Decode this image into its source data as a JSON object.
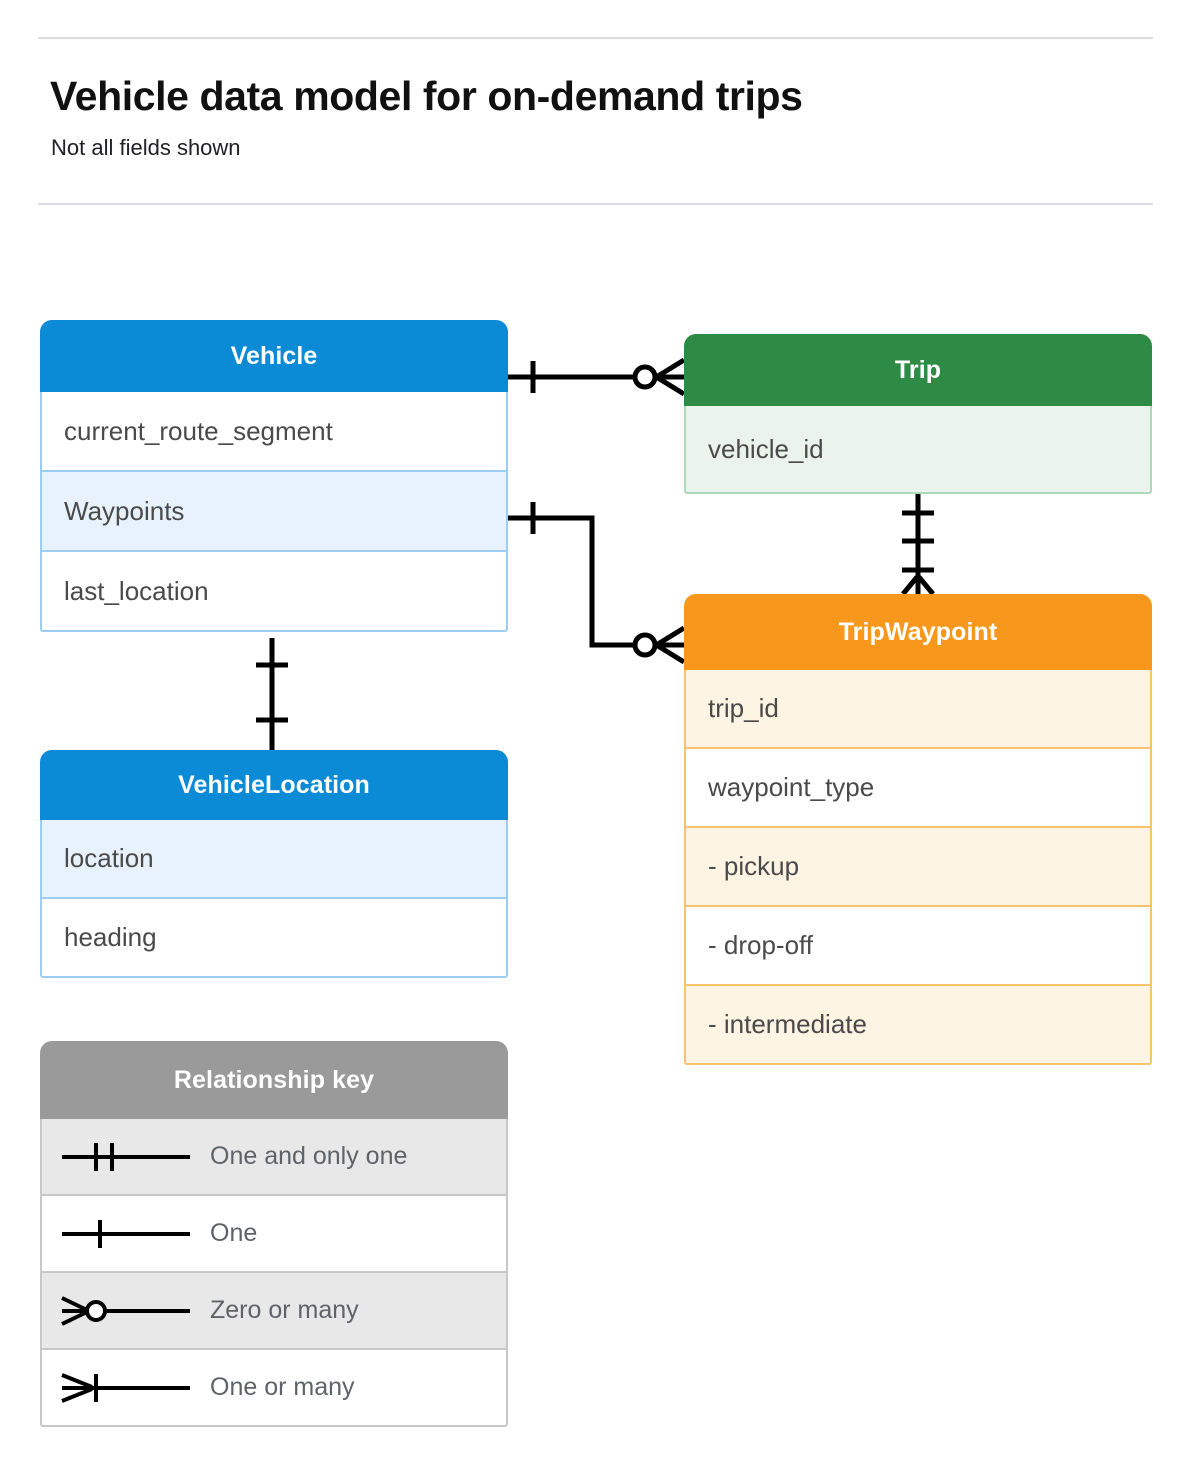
{
  "header": {
    "title": "Vehicle data model for on-demand trips",
    "subtitle": "Not all fields shown"
  },
  "colors": {
    "blue": "#0b8bd6",
    "green": "#2e8b46",
    "orange": "#f7981d",
    "gray": "#9a9a9a",
    "rule": "#dadce0",
    "connector": "#000000"
  },
  "entities": [
    {
      "name": "Vehicle",
      "color": "#0b8bd6",
      "fields": [
        "current_route_segment",
        "Waypoints",
        "last_location"
      ]
    },
    {
      "name": "Trip",
      "color": "#2e8b46",
      "fields": [
        "vehicle_id"
      ]
    },
    {
      "name": "TripWaypoint",
      "color": "#f7981d",
      "fields": [
        "trip_id",
        "waypoint_type",
        "-  pickup",
        "-  drop-off",
        "-  intermediate"
      ]
    },
    {
      "name": "VehicleLocation",
      "color": "#0b8bd6",
      "fields": [
        "location",
        "heading"
      ]
    }
  ],
  "legend": {
    "title": "Relationship key",
    "items": [
      {
        "symbol": "one-and-only-one-icon",
        "label": "One and only one"
      },
      {
        "symbol": "one-icon",
        "label": "One"
      },
      {
        "symbol": "zero-or-many-icon",
        "label": "Zero or many"
      },
      {
        "symbol": "one-or-many-icon",
        "label": "One or many"
      }
    ]
  },
  "relationships": [
    {
      "from": "Vehicle.(entity)",
      "to": "Trip.(entity)",
      "from_cardinality": "One",
      "to_cardinality": "Zero or many"
    },
    {
      "from": "Vehicle.Waypoints",
      "to": "TripWaypoint.(entity)",
      "from_cardinality": "One",
      "to_cardinality": "Zero or many"
    },
    {
      "from": "Trip.(entity)",
      "to": "TripWaypoint.(entity)",
      "from_cardinality": "One and only one",
      "to_cardinality": "One or many"
    },
    {
      "from": "Vehicle.(entity)",
      "to": "VehicleLocation.(entity)",
      "from_cardinality": "One",
      "to_cardinality": "One"
    }
  ]
}
